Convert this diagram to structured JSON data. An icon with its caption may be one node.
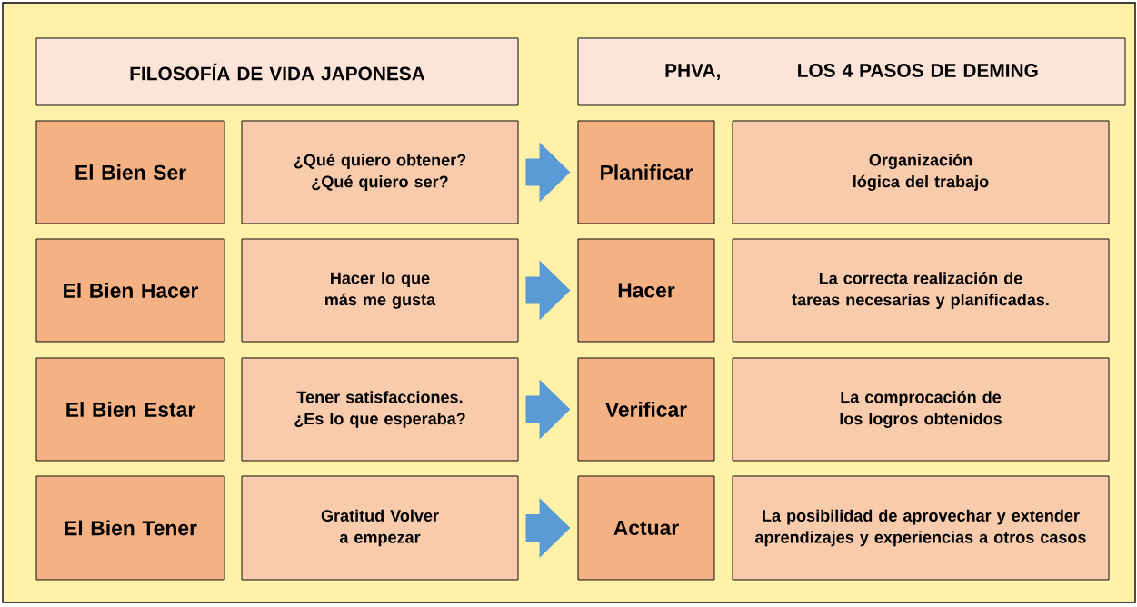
{
  "diagram": {
    "nodes": [
      {
        "text": [
          "FILOSOFÍA DE VIDA JAPONESA"
        ]
      },
      {
        "text": [
          "PHVA,",
          "LOS 4 PASOS DE DEMING"
        ]
      },
      {
        "text": [
          "El Bien Ser"
        ]
      },
      {
        "text": [
          "¿Qué quiero obtener? ¿Qué quiero ser?"
        ]
      },
      {
        "text": [
          "Planificar"
        ]
      },
      {
        "text": [
          "Organización lógica del trabajo"
        ]
      },
      {
        "text": [
          "El Bien Hacer"
        ]
      },
      {
        "text": [
          "Hacer lo que más me gusta"
        ]
      },
      {
        "text": [
          "Hacer"
        ]
      },
      {
        "text": [
          "La correcta realización de tareas necesarias y planificadas."
        ]
      },
      {
        "text": [
          "El Bien Estar"
        ]
      },
      {
        "text": [
          "Tener satisfacciones. ¿Es lo que esperaba?"
        ]
      },
      {
        "text": [
          "Verificar"
        ]
      },
      {
        "text": [
          "La comprocación de los logros obtenidos"
        ]
      },
      {
        "text": [
          "El Bien Tener"
        ]
      },
      {
        "text": [
          "Gratitud Volver a empezar"
        ]
      },
      {
        "text": [
          "Actuar"
        ]
      },
      {
        "text": [
          "La posibilidad de aprovechar y extender aprendizajes y experiencias a otros casos"
        ]
      }
    ],
    "edges": [
      {
        "from": 3,
        "to": 4,
        "arrow": "to"
      },
      {
        "from": 7,
        "to": 8,
        "arrow": "to"
      },
      {
        "from": 11,
        "to": 12,
        "arrow": "to"
      },
      {
        "from": 15,
        "to": 16,
        "arrow": "to"
      }
    ]
  }
}
